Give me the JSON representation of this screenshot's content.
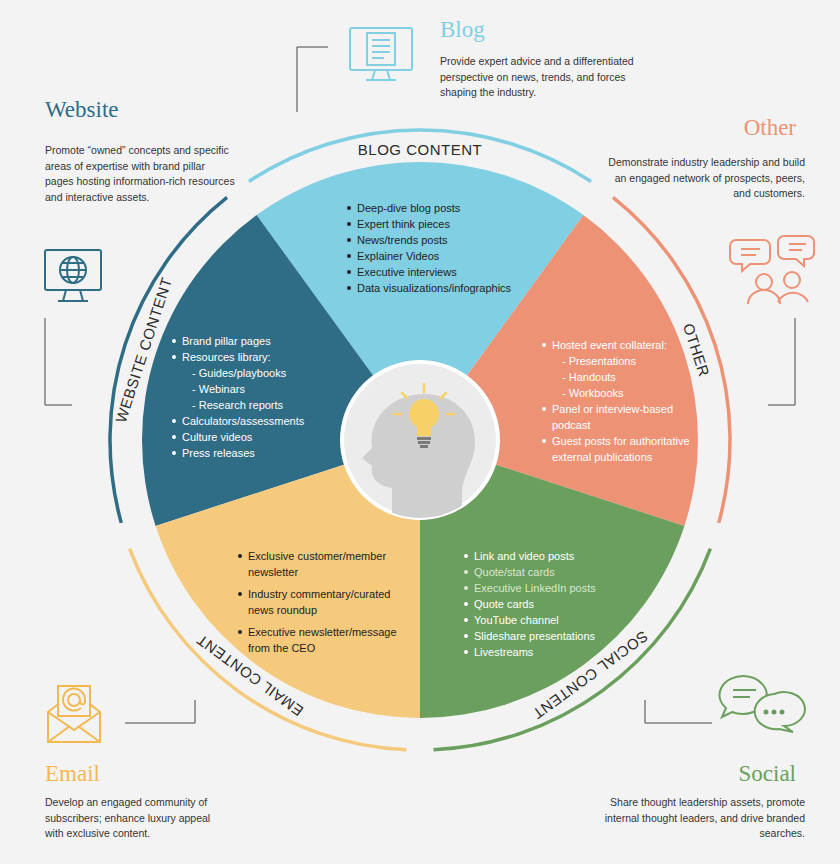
{
  "diagram": {
    "nodes": [
      {
        "text": [
          "BLOG CONTENT",
          "Deep-dive blog posts",
          "Expert think pieces",
          "News/trends posts",
          "Explainer Videos",
          "Executive interviews",
          "Data visualizations/infographics"
        ]
      },
      {
        "text": [
          "WEBSITE CONTENT",
          "Brand pillar pages",
          "Resources library:",
          "- Guides/playbooks",
          "- Webinars",
          "- Research reports",
          "Calculators/assessments",
          "Culture videos",
          "Press releases"
        ]
      },
      {
        "text": [
          "OTHER",
          "Hosted event collateral:",
          "- Presentations",
          "- Handouts",
          "- Workbooks",
          "Panel or interview-based podcast",
          "Guest posts for authoritative external publications"
        ]
      },
      {
        "text": [
          "EMAIL CONTENT",
          "Exclusive customer/member newsletter",
          "Industry commentary/curated news roundup",
          "Executive newsletter/message from the CEO"
        ]
      },
      {
        "text": [
          "SOCIAL CONTENT",
          "Link and video posts",
          "Quote/stat cards",
          "Executive LinkedIn posts",
          "Quote cards",
          "YouTube channel",
          "Slideshare presentations",
          "Livestreams"
        ]
      }
    ],
    "labels": [
      "Blog",
      "Provide expert advice and a differentiated perspective on news, trends, and forces shaping the industry.",
      "Website",
      "Promote “owned” concepts and specific areas of expertise with brand pillar pages hosting information-rich resources and interactive assets.",
      "Other",
      "Demonstrate industry leadership and build an engaged network of prospects, peers, and customers.",
      "Email",
      "Develop an engaged community of subscribers; enhance luxury appeal with exclusive content.",
      "Social",
      "Share thought leadership assets, promote internal thought leaders, and drive branded searches."
    ]
  }
}
